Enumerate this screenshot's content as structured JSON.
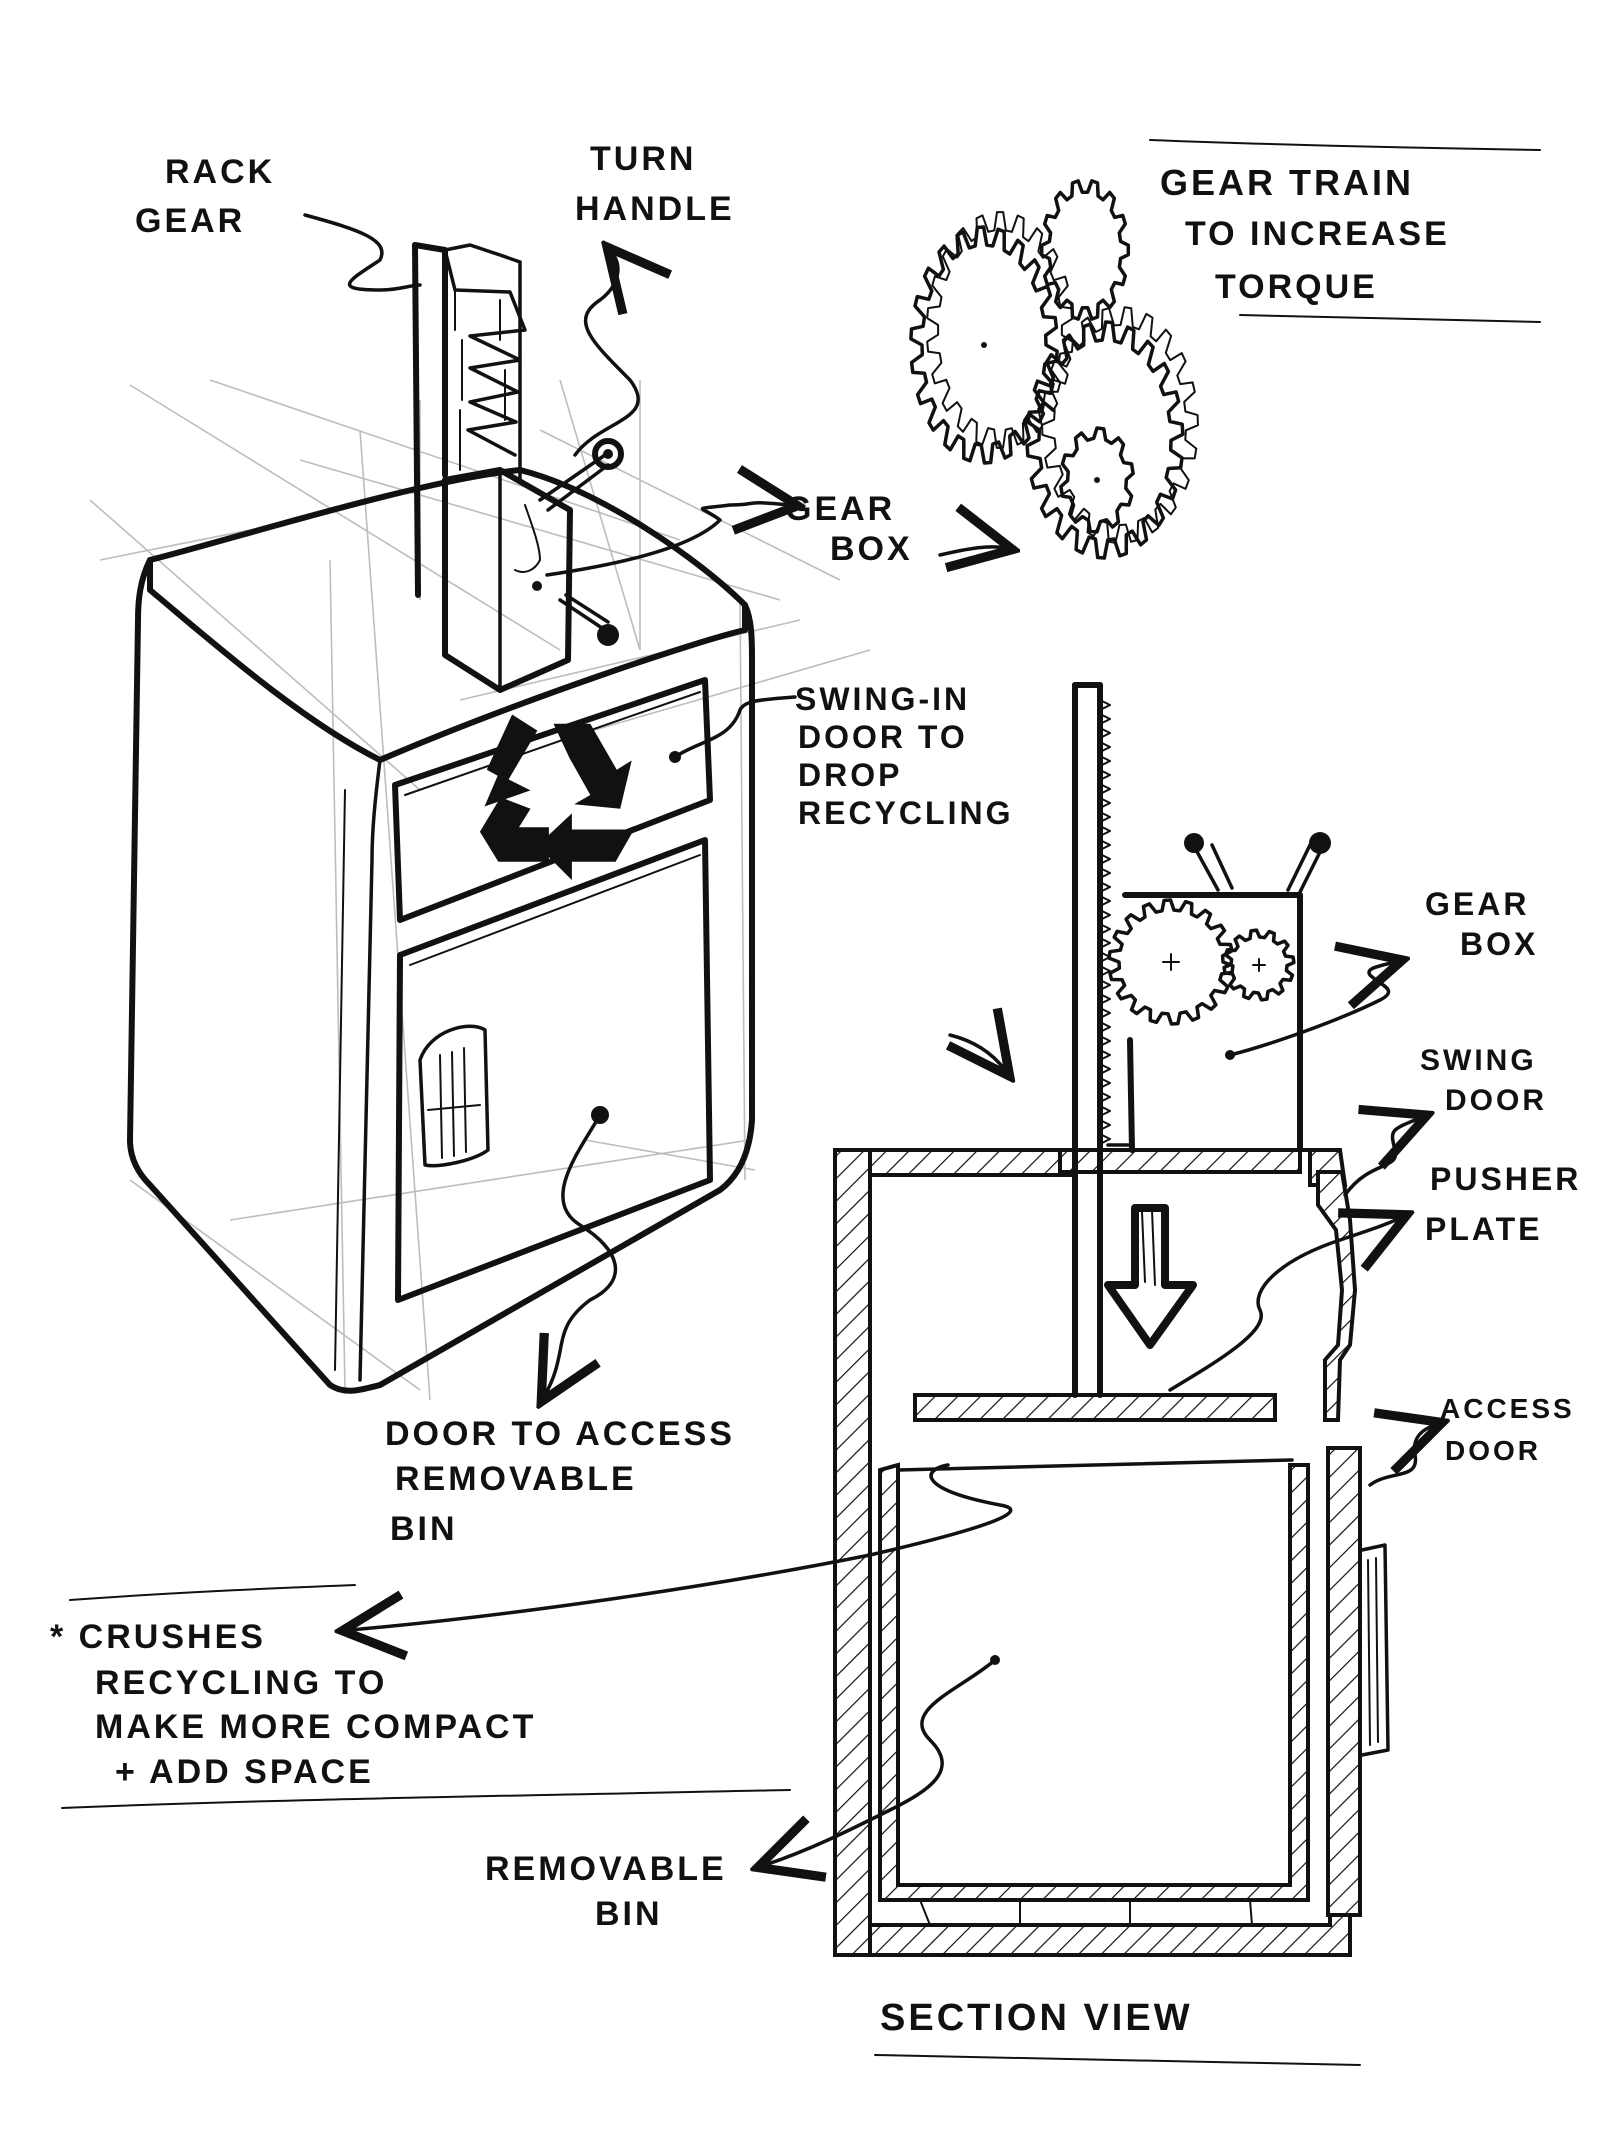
{
  "labels": {
    "rack_gear": [
      "RACK",
      "GEAR"
    ],
    "turn_handle": [
      "TURN",
      "HANDLE"
    ],
    "gear_box_top": [
      "GEAR",
      "BOX"
    ],
    "gear_train": [
      "GEAR TRAIN",
      "TO INCREASE",
      "TORQUE"
    ],
    "swing_in_door": [
      "SWING-IN",
      "DOOR TO",
      "DROP",
      "RECYCLING"
    ],
    "door_access_bin": [
      "DOOR TO ACCESS",
      "REMOVABLE",
      "BIN"
    ],
    "crushes_note": [
      "* CRUSHES",
      "RECYCLING TO",
      "MAKE MORE COMPACT",
      "+ ADD SPACE"
    ],
    "gear_box_section": [
      "GEAR",
      "BOX"
    ],
    "swing_door": [
      "SWING",
      "DOOR"
    ],
    "pusher_plate": [
      "PUSHER",
      "PLATE"
    ],
    "access_door": [
      "ACCESS",
      "DOOR"
    ],
    "removable_bin": [
      "REMOVABLE",
      "BIN"
    ],
    "section_view": "SECTION VIEW"
  },
  "icons": {
    "recycle": "recycle-icon",
    "down_arrow": "down-arrow-icon"
  },
  "colors": {
    "ink": "#111111",
    "paper": "#ffffff",
    "guide": "#bdbdbd"
  }
}
